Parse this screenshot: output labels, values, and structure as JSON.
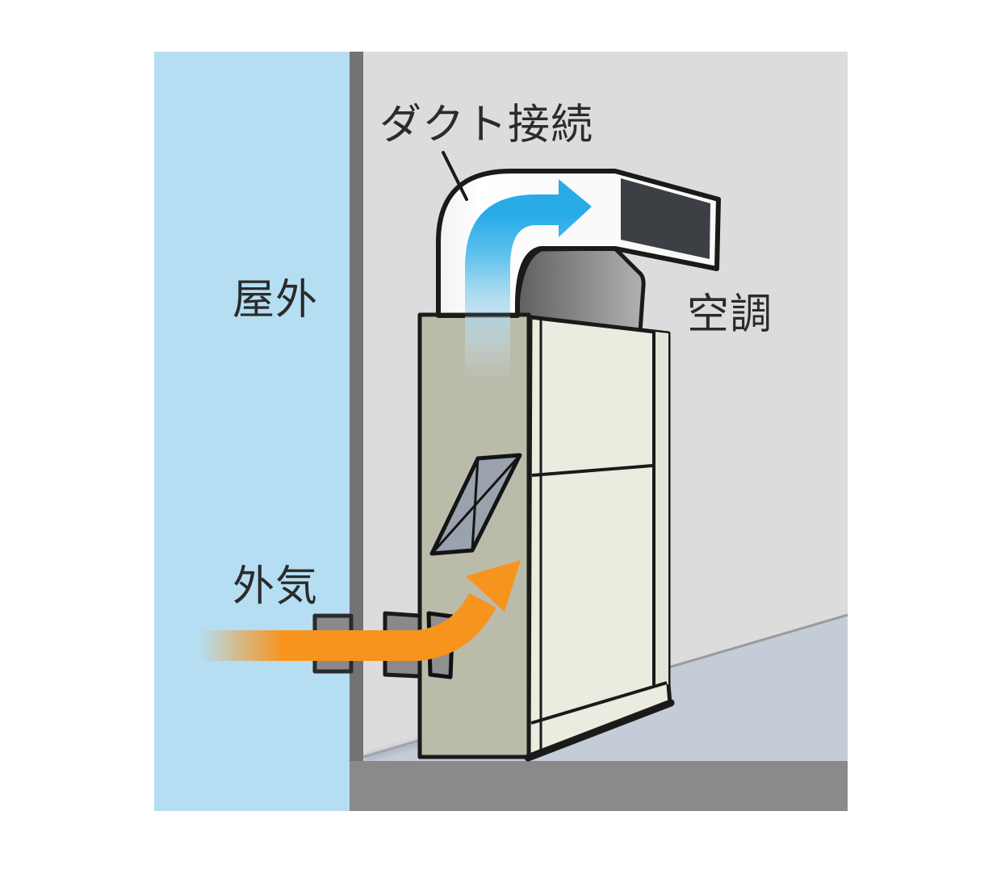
{
  "scene": {
    "labels": {
      "duct_connection": "ダクト接続",
      "outdoor": "屋外",
      "hvac": "空調",
      "outside_air": "外気"
    },
    "colors": {
      "outdoor_sky": "#b5def2",
      "indoor_wall": "#dcdcdc",
      "wall_edge": "#737373",
      "floor": "#c4ccd8",
      "floor_base": "#8a8a8a",
      "unit_side": "#bbbba9",
      "unit_front": "#ebebdf",
      "unit_front_edge": "#e4e5d8",
      "duct_white": "#fdfdfd",
      "duct_opening": "#3c3f43",
      "supply_air_blue": "#29abe8",
      "outside_air_orange": "#f7941d",
      "louver_gray": "#9aa2ae",
      "sleeve_gray": "#8a8a8a",
      "outline": "#1a1a1a",
      "label_text": "#2b2b2b"
    },
    "icons": [
      "supply-air-arrow-icon",
      "outside-air-arrow-icon",
      "duct-elbow-icon",
      "intake-louver-icon"
    ]
  }
}
